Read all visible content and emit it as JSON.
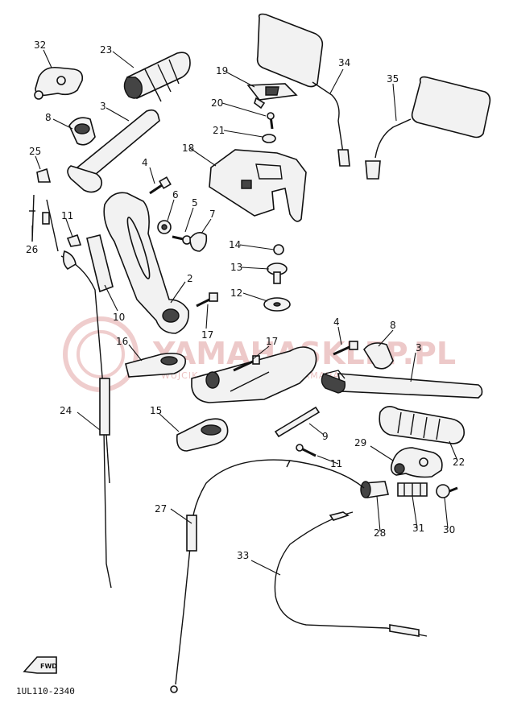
{
  "watermark": {
    "brand": "YAMAHASKLEP.PL",
    "tagline": "WUJCIK - WYWIEZ - SKLEP YAMAHA"
  },
  "reference_code": "1UL110-2340",
  "direction_tag": "FWD",
  "callouts": [
    {
      "id": "32",
      "label": "32"
    },
    {
      "id": "23",
      "label": "23"
    },
    {
      "id": "3a",
      "label": "3"
    },
    {
      "id": "8a",
      "label": "8"
    },
    {
      "id": "25a",
      "label": "25"
    },
    {
      "id": "26",
      "label": "26"
    },
    {
      "id": "11a",
      "label": "11"
    },
    {
      "id": "10",
      "label": "10"
    },
    {
      "id": "4a",
      "label": "4"
    },
    {
      "id": "6",
      "label": "6"
    },
    {
      "id": "5",
      "label": "5"
    },
    {
      "id": "7",
      "label": "7"
    },
    {
      "id": "2",
      "label": "2"
    },
    {
      "id": "17a",
      "label": "17"
    },
    {
      "id": "19",
      "label": "19"
    },
    {
      "id": "20",
      "label": "20"
    },
    {
      "id": "21",
      "label": "21"
    },
    {
      "id": "18",
      "label": "18"
    },
    {
      "id": "34",
      "label": "34"
    },
    {
      "id": "35",
      "label": "35"
    },
    {
      "id": "14",
      "label": "14"
    },
    {
      "id": "13",
      "label": "13"
    },
    {
      "id": "12",
      "label": "12"
    },
    {
      "id": "16",
      "label": "16"
    },
    {
      "id": "17b",
      "label": "17"
    },
    {
      "id": "4b",
      "label": "4"
    },
    {
      "id": "8b",
      "label": "8"
    },
    {
      "id": "3b",
      "label": "3"
    },
    {
      "id": "24",
      "label": "24"
    },
    {
      "id": "15",
      "label": "15"
    },
    {
      "id": "9",
      "label": "9"
    },
    {
      "id": "22",
      "label": "22"
    },
    {
      "id": "29",
      "label": "29"
    },
    {
      "id": "11b",
      "label": "11"
    },
    {
      "id": "27",
      "label": "27"
    },
    {
      "id": "28",
      "label": "28"
    },
    {
      "id": "31",
      "label": "31"
    },
    {
      "id": "30",
      "label": "30"
    },
    {
      "id": "33",
      "label": "33"
    }
  ]
}
